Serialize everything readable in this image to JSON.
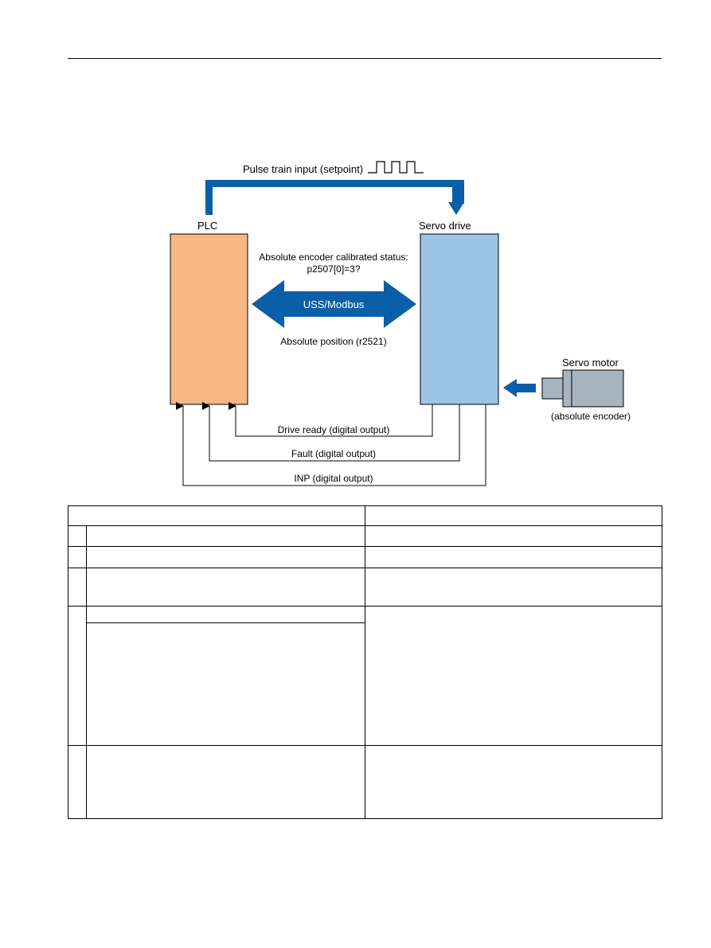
{
  "diagram": {
    "plc": {
      "title": "PLC",
      "color": "#f5b882"
    },
    "servo_drive": {
      "title": "Servo drive",
      "color": "#9dc3e6"
    },
    "servo_motor": {
      "title": "Servo motor",
      "caption": "(absolute encoder)",
      "color": "#a6b5c0"
    },
    "pulse_train": {
      "label": "Pulse train input (setpoint)"
    },
    "bus": {
      "label": "USS/Modbus",
      "status_line1": "Absolute encoder calibrated status:",
      "status_line2": "p2507[0]=3?",
      "position_label": "Absolute position (r2521)"
    },
    "signals": [
      {
        "label": "Drive ready (digital output)"
      },
      {
        "label": "Fault (digital output)"
      },
      {
        "label": "INP (digital output)"
      }
    ],
    "arrow_color": "#0a5fa8"
  },
  "table": {
    "header": [
      "",
      ""
    ],
    "rows": [
      {
        "num": "",
        "left": "",
        "right": ""
      },
      {
        "num": "",
        "left": "",
        "right": ""
      },
      {
        "num": "",
        "left": "",
        "right": ""
      },
      {
        "num": "",
        "left_top": "",
        "left_bottom": "",
        "right": ""
      },
      {
        "num": "",
        "left": "",
        "right": ""
      }
    ]
  }
}
